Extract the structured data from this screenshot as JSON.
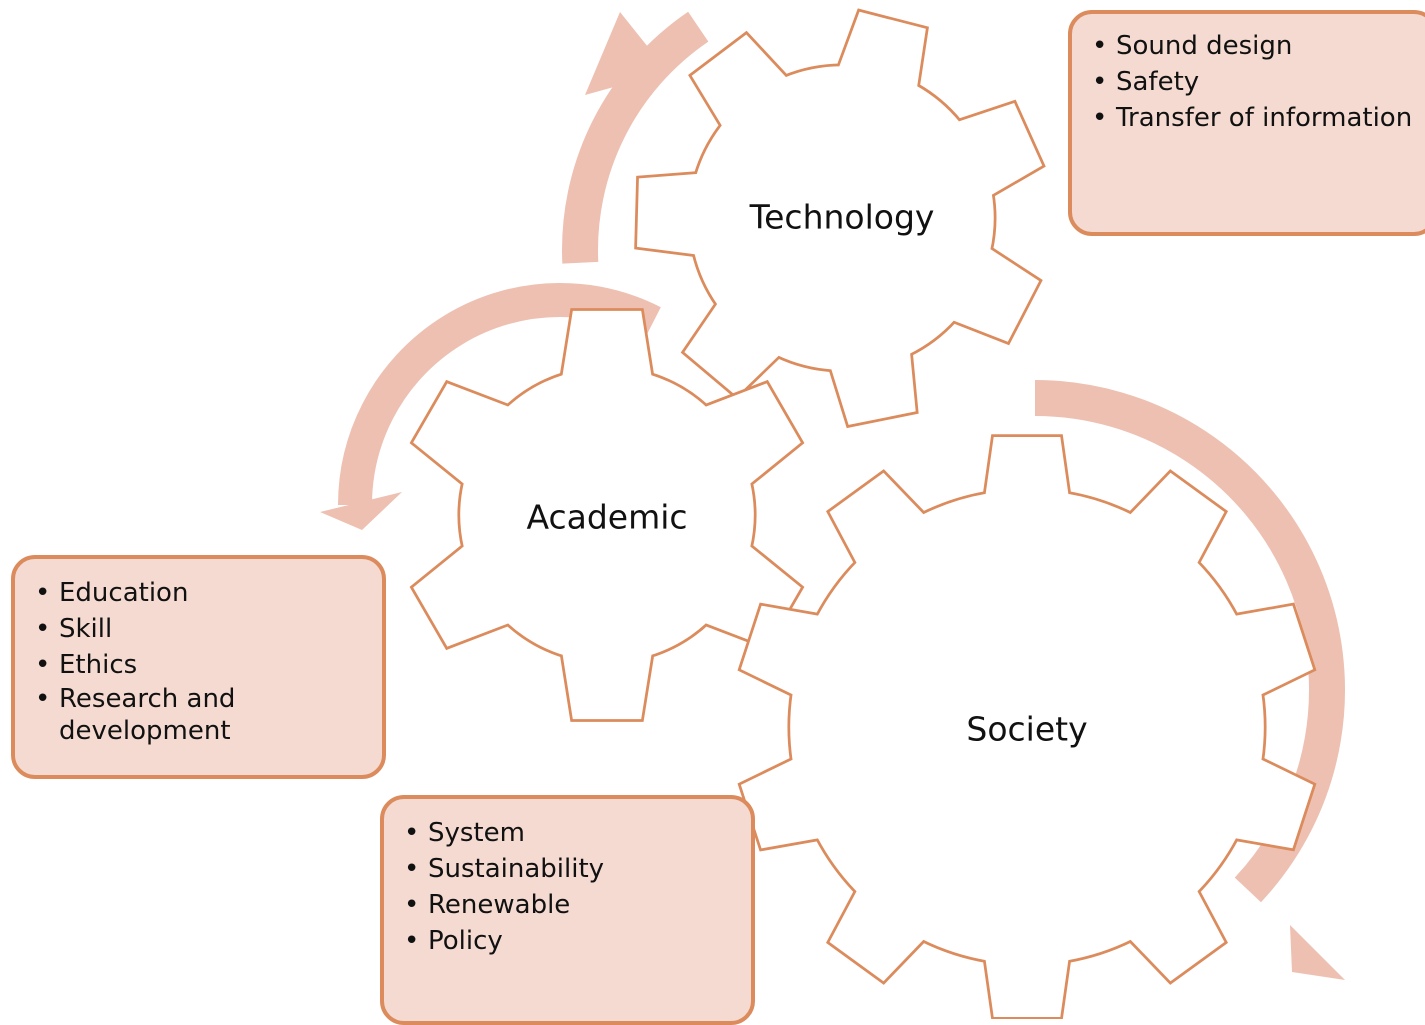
{
  "colors": {
    "accent": "#db8b5c",
    "arrow": "#eec0b1",
    "box_fill": "#f4dad1"
  },
  "gears": [
    {
      "id": "technology",
      "label": "Technology"
    },
    {
      "id": "academic",
      "label": "Academic"
    },
    {
      "id": "society",
      "label": "Society"
    }
  ],
  "boxes": {
    "technology": [
      "Sound design",
      "Safety",
      "Transfer of information"
    ],
    "academic": [
      "Education",
      "Skill",
      "Ethics",
      "Research and development"
    ],
    "society": [
      "System",
      "Sustainability",
      "Renewable",
      "Policy"
    ]
  }
}
